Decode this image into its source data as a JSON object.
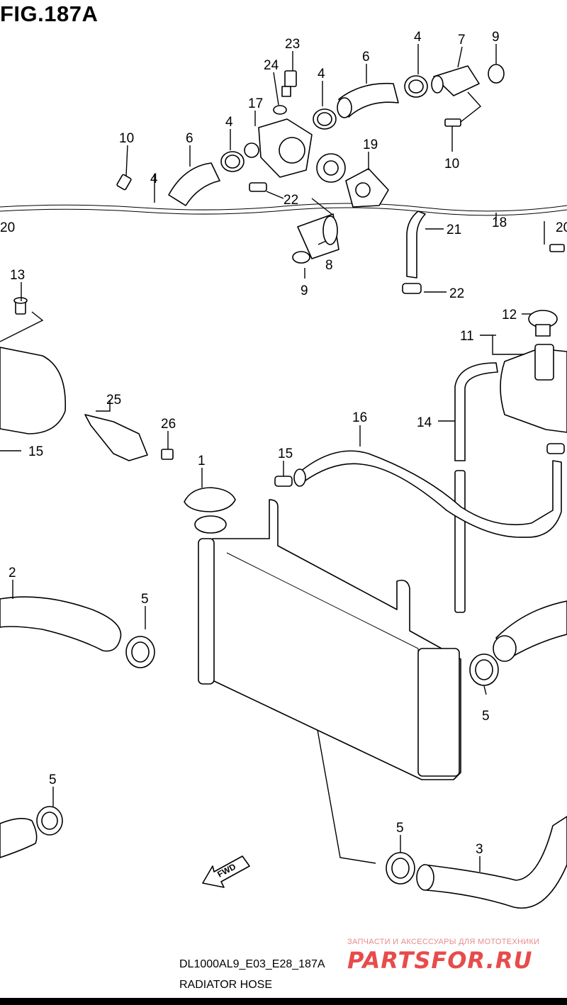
{
  "figure": {
    "title": "FIG.187A",
    "model_code": "DL1000AL9_E03_E28_187A",
    "subtitle": "RADIATOR HOSE"
  },
  "watermark": {
    "tagline": "ЗАПЧАСТИ И АКСЕССУАРЫ ДЛЯ МОТОТЕХНИКИ",
    "logo": "PARTSFOR.RU",
    "color": "#e84b4b"
  },
  "fwd_arrow": {
    "label": "FWD"
  },
  "callouts": [
    "23",
    "24",
    "4",
    "6",
    "4",
    "7",
    "9",
    "17",
    "4",
    "10",
    "10",
    "6",
    "4",
    "19",
    "22",
    "20",
    "21",
    "18",
    "20",
    "8",
    "9",
    "22",
    "13",
    "12",
    "11",
    "25",
    "26",
    "16",
    "14",
    "15",
    "15",
    "1",
    "2",
    "5",
    "5",
    "5",
    "5",
    "3"
  ]
}
